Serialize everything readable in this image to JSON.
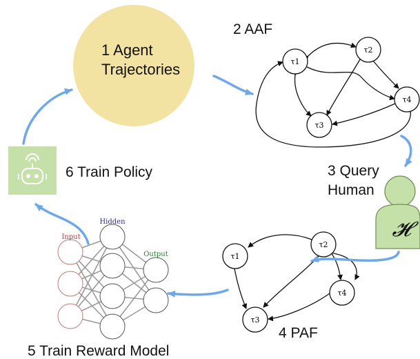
{
  "steps": {
    "agent_trajectories": {
      "number": "1",
      "label_line1": "Agent",
      "label_line2": "Trajectories"
    },
    "aaf": "2 AAF",
    "query_human": {
      "line1": "3 Query",
      "line2": "Human"
    },
    "paf": "4 PAF",
    "train_reward_model": "5 Train Reward Model",
    "train_policy": "6 Train Policy"
  },
  "human_symbol": "𝓗",
  "nodes": {
    "t1": "τ1",
    "t2": "τ2",
    "t3": "τ3",
    "t4": "τ4"
  },
  "network": {
    "input": "Input",
    "hidden": "Hidden",
    "output": "Output"
  },
  "colors": {
    "trajectory_circle": "#f3e3a3",
    "human_figure": "#c5e0a8",
    "robot_box": "#c5e0a8",
    "flow_arrow": "#6fa8e8",
    "input_label": "#b23b3b",
    "hidden_label": "#2e2e8a",
    "output_label": "#2e7d32"
  }
}
